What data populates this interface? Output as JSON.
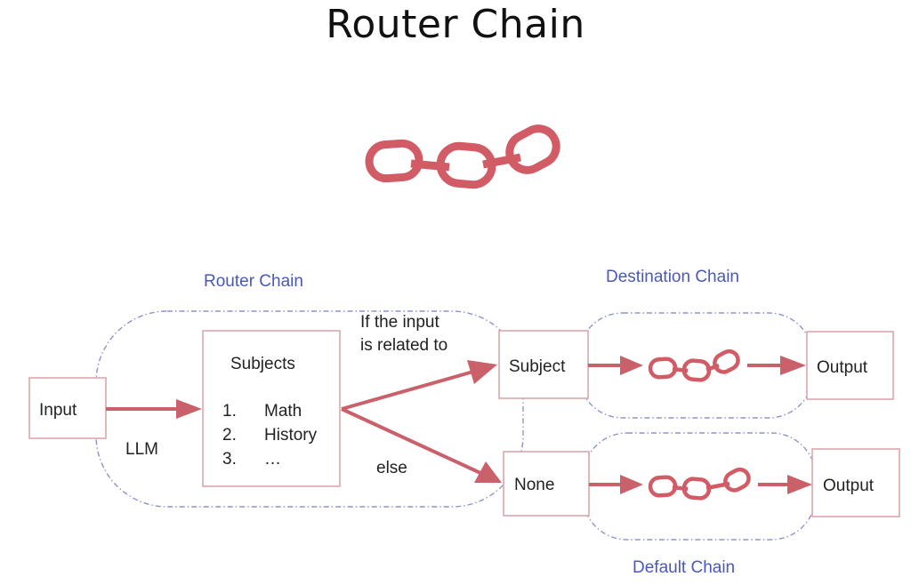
{
  "title": "Router Chain",
  "groups": {
    "router": "Router Chain",
    "destination": "Destination Chain",
    "default": "Default Chain"
  },
  "nodes": {
    "input": "Input",
    "subjects_title": "Subjects",
    "subjects_list": [
      {
        "num": "1.",
        "label": "Math"
      },
      {
        "num": "2.",
        "label": "History"
      },
      {
        "num": "3.",
        "label": "…"
      }
    ],
    "subject": "Subject",
    "none": "None",
    "output_top": "Output",
    "output_bottom": "Output"
  },
  "edge_labels": {
    "llm": "LLM",
    "condition_line1": "If the input",
    "condition_line2": "is related to",
    "else": "else"
  },
  "icons": {
    "main": "chain-link-icon",
    "destination": "chain-link-icon",
    "default": "chain-link-icon"
  },
  "colors": {
    "arrow": "#c9606a",
    "box_border": "#dca6ab",
    "group_border": "#8e93cf",
    "group_label": "#4a58b8",
    "chain": "#d25c66"
  }
}
